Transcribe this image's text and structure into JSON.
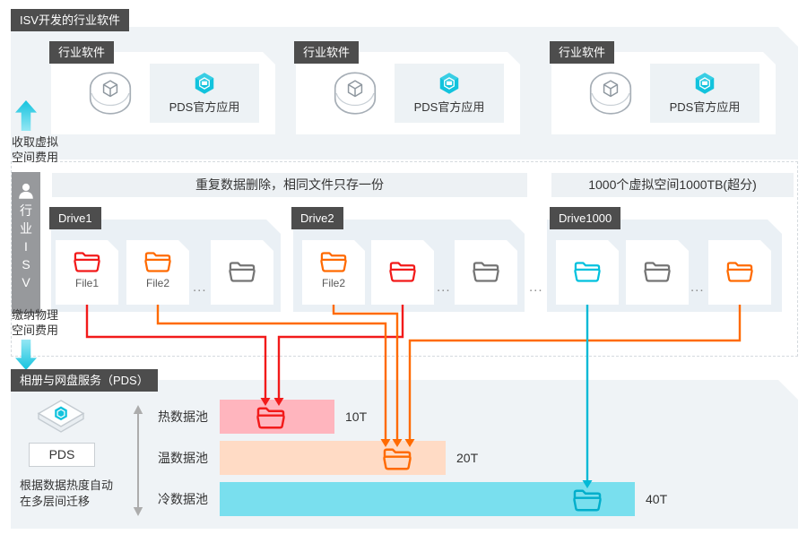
{
  "top": {
    "section_label": "ISV开发的行业软件",
    "cards": [
      {
        "tab": "行业软件",
        "app": "PDS官方应用"
      },
      {
        "tab": "行业软件",
        "app": "PDS官方应用"
      },
      {
        "tab": "行业软件",
        "app": "PDS官方应用"
      }
    ]
  },
  "left": {
    "fee_up": [
      "收取虚拟",
      "空间费用"
    ],
    "isv_chars": [
      "行",
      "业",
      "I",
      "S",
      "V"
    ],
    "fee_down": [
      "缴纳物理",
      "空间费用"
    ]
  },
  "middle": {
    "banner_dedup": "重复数据删除，相同文件只存一份",
    "banner_quota": "1000个虚拟空间1000TB(超分)",
    "dots": "...",
    "drives": [
      {
        "name": "Drive1",
        "files": [
          {
            "color": "red",
            "label": "File1"
          },
          {
            "color": "orange",
            "label": "File2"
          },
          {
            "color": "gray",
            "label": ""
          }
        ]
      },
      {
        "name": "Drive2",
        "files": [
          {
            "color": "orange",
            "label": "File2"
          },
          {
            "color": "red",
            "label": ""
          },
          {
            "color": "gray",
            "label": ""
          }
        ]
      },
      {
        "name": "Drive1000",
        "files": [
          {
            "color": "cyan",
            "label": ""
          },
          {
            "color": "gray",
            "label": ""
          },
          {
            "color": "orange",
            "label": ""
          }
        ]
      }
    ]
  },
  "bottom": {
    "section_label": "相册与网盘服务（PDS）",
    "pds_label": "PDS",
    "note": [
      "根据数据热度自动",
      "在多层间迁移"
    ],
    "pools": [
      {
        "name": "热数据池",
        "size": "10T",
        "color": "red"
      },
      {
        "name": "温数据池",
        "size": "20T",
        "color": "orange"
      },
      {
        "name": "冷数据池",
        "size": "40T",
        "color": "cyan"
      }
    ]
  },
  "icons": {
    "folder": "folder-icon",
    "person": "person-icon",
    "pds_hexagon": "pds-hexagon-icon",
    "app_cylinder": "app-cylinder-icon",
    "pds_cube": "pds-cube-icon",
    "up_arrow": "fee-up-arrow-icon",
    "down_arrow": "fee-down-arrow-icon",
    "double_arrow": "tier-migration-double-arrow-icon"
  },
  "colors": {
    "red": "#F21A1A",
    "orange": "#FF6A00",
    "cyan": "#00C1DE",
    "gray_folder": "#747474",
    "dark_label_bg": "#4D4D4D",
    "panel_bg": "#EFF3F6",
    "drive_panel_bg": "#EAF0F5",
    "banner_bg": "#EDF1F4",
    "hot_band": "#FFB5BE",
    "warm_band": "#FFDBC5",
    "cold_band": "#79DFEE",
    "isv_bar_bg": "#97999C"
  }
}
